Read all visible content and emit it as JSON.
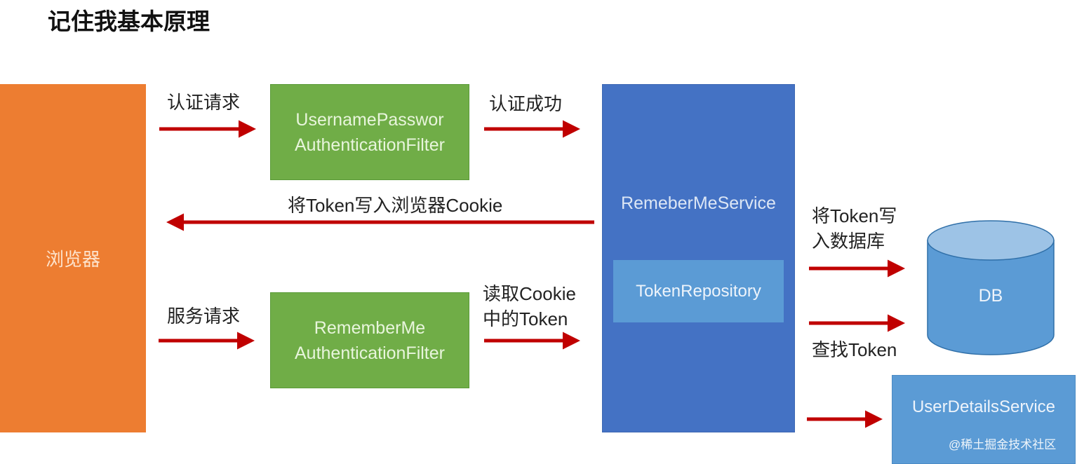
{
  "title": "记住我基本原理",
  "nodes": {
    "browser": "浏览器",
    "filter_username": [
      "UsernamePasswor",
      "AuthenticationFilter"
    ],
    "filter_rememberme": [
      "RememberMe",
      "AuthenticationFilter"
    ],
    "remember_me_service": "RemeberMeService",
    "token_repository": "TokenRepository",
    "db": "DB",
    "user_details_service": "UserDetailsService"
  },
  "edges": {
    "auth_request": "认证请求",
    "auth_success": "认证成功",
    "write_cookie": "将Token写入浏览器Cookie",
    "service_request": "服务请求",
    "read_cookie": [
      "读取Cookie",
      "中的Token"
    ],
    "write_db": [
      "将Token写",
      "入数据库"
    ],
    "find_token": "查找Token"
  },
  "watermark": "@稀土掘金技术社区",
  "colors": {
    "arrow": "#c00000",
    "browser": "#ed7d31",
    "filter": "#70ad47",
    "service": "#4472c4",
    "repository": "#5b9bd5"
  }
}
